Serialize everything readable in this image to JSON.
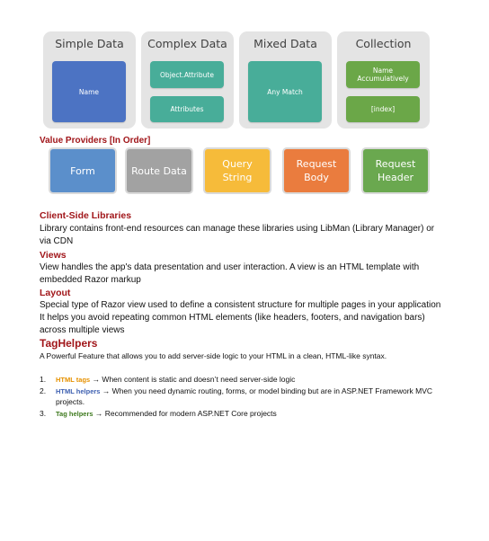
{
  "diagram": {
    "panels": [
      {
        "title": "Simple Data",
        "items": [
          "Name"
        ]
      },
      {
        "title": "Complex Data",
        "items": [
          "Object.Attribute",
          "Attributes"
        ]
      },
      {
        "title": "Mixed Data",
        "items": [
          "Any Match"
        ]
      },
      {
        "title": "Collection",
        "items": [
          "Name\nAccumulatively",
          "[index]"
        ]
      }
    ],
    "colors": {
      "blue": "#4c73c3",
      "teal": "#48ad99",
      "green": "#6ba748",
      "panel": "#e4e4e4"
    }
  },
  "value_providers": {
    "heading": "Value Providers [In Order]",
    "items": [
      {
        "label": "Form",
        "color": "#5b8fcb"
      },
      {
        "label": "Route Data",
        "color": "#a2a2a2"
      },
      {
        "label": "Query String",
        "color": "#f6bb3a"
      },
      {
        "label": "Request Body",
        "color": "#ea7c3e"
      },
      {
        "label": "Request Header",
        "color": "#6aa84f"
      }
    ]
  },
  "sections": {
    "client_side": {
      "title": "Client-Side Libraries",
      "text": "Library contains front-end resources can manage these libraries using LibMan (Library Manager) or via CDN"
    },
    "views": {
      "title": "Views",
      "text": "View handles the app's data presentation and user interaction. A view is an HTML template with embedded Razor markup"
    },
    "layout": {
      "title": "Layout",
      "text": "Special type of Razor view used to define a consistent structure for multiple pages in your application It helps you avoid repeating common HTML elements (like headers, footers, and navigation bars) across multiple views"
    },
    "taghelpers": {
      "title": "TagHelpers",
      "text": "A Powerful Feature that allows you to add server-side logic to your HTML in a clean, HTML-like syntax.",
      "list": [
        {
          "num": "1.",
          "key": "HTML tags",
          "key_color": "#e69100",
          "text": " → When content is static and doesn’t need server-side logic"
        },
        {
          "num": "2.",
          "key": "HTML helpers",
          "key_color": "#3d5fb0",
          "text": " → When you need dynamic routing, forms, or model binding but are in ASP.NET Framework MVC projects."
        },
        {
          "num": "3.",
          "key": "Tag helpers",
          "key_color": "#3f7a1f",
          "text": " → Recommended for modern ASP.NET Core projects"
        }
      ]
    }
  }
}
